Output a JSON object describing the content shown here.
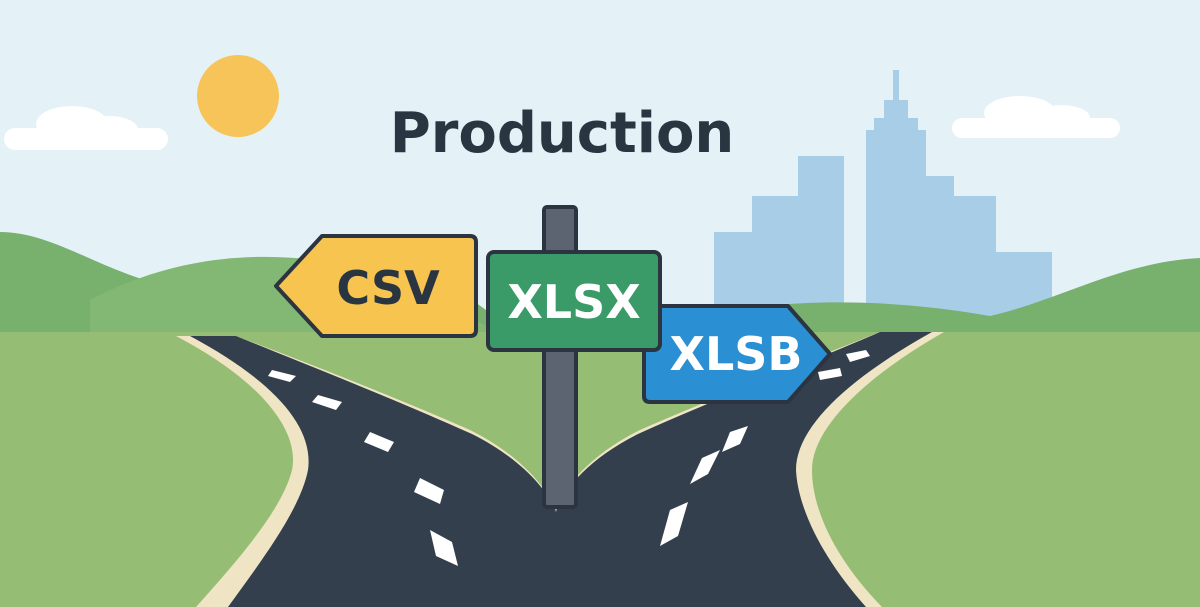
{
  "title": "Production",
  "signs": {
    "csv": {
      "label": "CSV",
      "color": "#f6c44f"
    },
    "xlsx": {
      "label": "XLSX",
      "color": "#3a9a68"
    },
    "xlsb": {
      "label": "XLSB",
      "color": "#2a8fd3"
    }
  },
  "colors": {
    "sky": "#e4f2f7",
    "sun": "#f7c45a",
    "city": "#a8cde6",
    "hill": "#78b06e",
    "grass": "#96bd74",
    "road": "#343f4d",
    "road_edge": "#efe5c4",
    "outline": "#2b3440",
    "title": "#2a3542"
  }
}
